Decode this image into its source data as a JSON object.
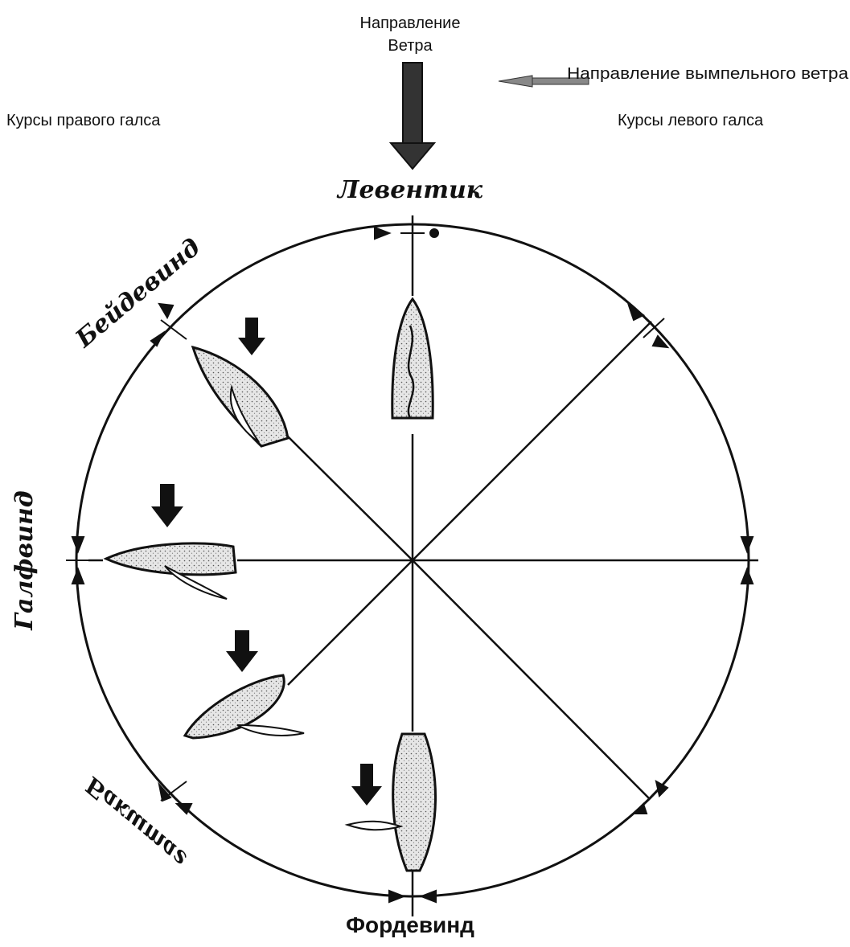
{
  "labels": {
    "wind_direction_line1": "Направление",
    "wind_direction_line2": "Ветра",
    "apparent_wind": "Направление вымпельного ветра",
    "starboard_tack": "Курсы правого галса",
    "port_tack": "Курсы левого галса",
    "leventik": "Левентик",
    "beidevind": "Бейдевинд",
    "galfvind": "Галфвинд",
    "bakshtag": "Бакштаг",
    "fordevind": "Фордевинд"
  },
  "colors": {
    "ink": "#111111",
    "arrow_fill": "#333333",
    "hull_fill": "#e4e4e4",
    "background": "#ffffff"
  }
}
